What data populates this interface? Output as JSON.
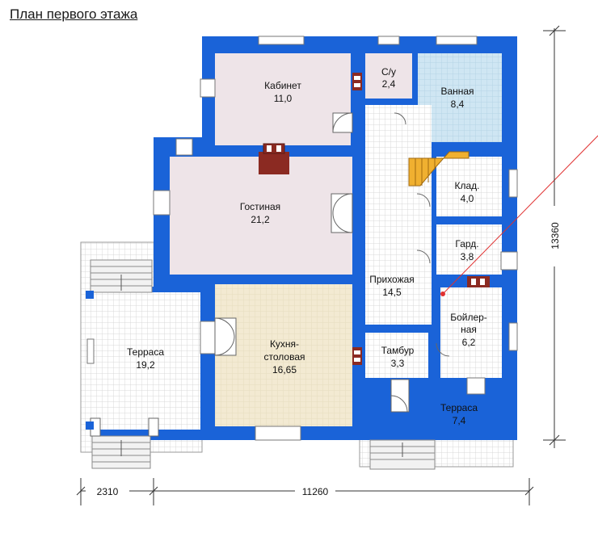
{
  "title": "План первого этажа",
  "rooms": {
    "cabinet": {
      "name": "Кабинет",
      "area": "11,0"
    },
    "wc": {
      "name": "С/у",
      "area": "2,4"
    },
    "bath": {
      "name": "Ванная",
      "area": "8,4"
    },
    "living": {
      "name": "Гостиная",
      "area": "21,2"
    },
    "storage": {
      "name": "Клад.",
      "area": "4,0"
    },
    "wardrobe": {
      "name": "Гард.",
      "area": "3,8"
    },
    "hall": {
      "name": "Прихожая",
      "area": "14,5"
    },
    "boiler": {
      "name_l1": "Бойлер-",
      "name_l2": "ная",
      "area": "6,2"
    },
    "terrace_left": {
      "name": "Терраса",
      "area": "19,2"
    },
    "kitchen": {
      "name_l1": "Кухня-",
      "name_l2": "столовая",
      "area": "16,65"
    },
    "vestibule": {
      "name": "Тамбур",
      "area": "3,3"
    },
    "terrace_right": {
      "name": "Терраса",
      "area": "7,4"
    }
  },
  "dimensions": {
    "left_width": "2310",
    "main_width": "11260",
    "height": "13360"
  },
  "colors": {
    "wall": "#1a63d8",
    "room_pink": "#eee4e8",
    "kitchen": "#f3ead2",
    "bath": "#cfe6f3",
    "tile_grid": "#dcdcdc",
    "chimney": "#8b2a22",
    "stairs": "#f0b030",
    "marker": "#e03030"
  }
}
